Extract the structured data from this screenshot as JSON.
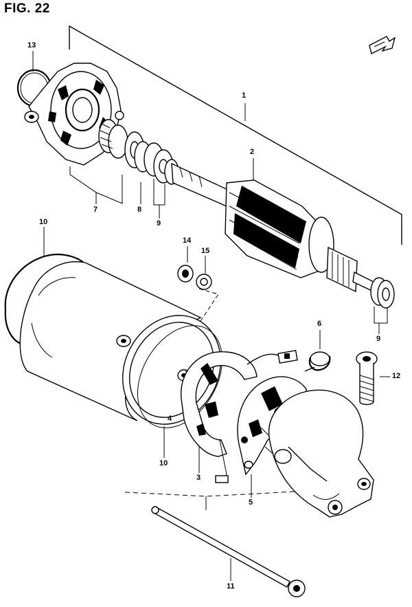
{
  "figure": {
    "title": "FIG. 22"
  },
  "callouts": [
    {
      "id": "c1",
      "label": "1"
    },
    {
      "id": "c2",
      "label": "2"
    },
    {
      "id": "c3",
      "label": "3"
    },
    {
      "id": "c4",
      "label": "4"
    },
    {
      "id": "c5",
      "label": "5"
    },
    {
      "id": "c6",
      "label": "6"
    },
    {
      "id": "c7",
      "label": "7"
    },
    {
      "id": "c8",
      "label": "8"
    },
    {
      "id": "c9a",
      "label": "9"
    },
    {
      "id": "c9b",
      "label": "9"
    },
    {
      "id": "c10a",
      "label": "10"
    },
    {
      "id": "c10b",
      "label": "10"
    },
    {
      "id": "c11",
      "label": "11"
    },
    {
      "id": "c12",
      "label": "12"
    },
    {
      "id": "c13",
      "label": "13"
    },
    {
      "id": "c14",
      "label": "14"
    },
    {
      "id": "c15",
      "label": "15"
    }
  ]
}
